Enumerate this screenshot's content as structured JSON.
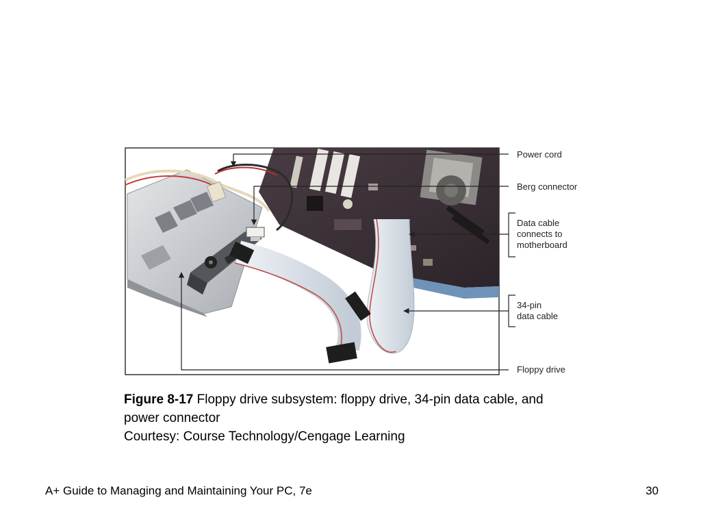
{
  "figure": {
    "callouts": {
      "power_cord": "Power cord",
      "berg_connector": "Berg connector",
      "data_cable_line1": "Data cable",
      "data_cable_line2": "connects to",
      "data_cable_line3": "motherboard",
      "pin_cable_line1": "34-pin",
      "pin_cable_line2": "data cable",
      "floppy_drive": "Floppy drive"
    }
  },
  "caption": {
    "figure_number": "Figure 8-17",
    "text": "Floppy drive subsystem: floppy drive, 34-pin data cable, and power connector",
    "credit": "Courtesy: Course Technology/Cengage Learning"
  },
  "footer": {
    "title": "A+ Guide to Managing and Maintaining Your PC, 7e",
    "page_number": "30"
  },
  "colors": {
    "frame": "#333333",
    "motherboard": "#3a2f36",
    "cable": "#d9e0e8",
    "drive_cage": "#c9ccd0"
  }
}
